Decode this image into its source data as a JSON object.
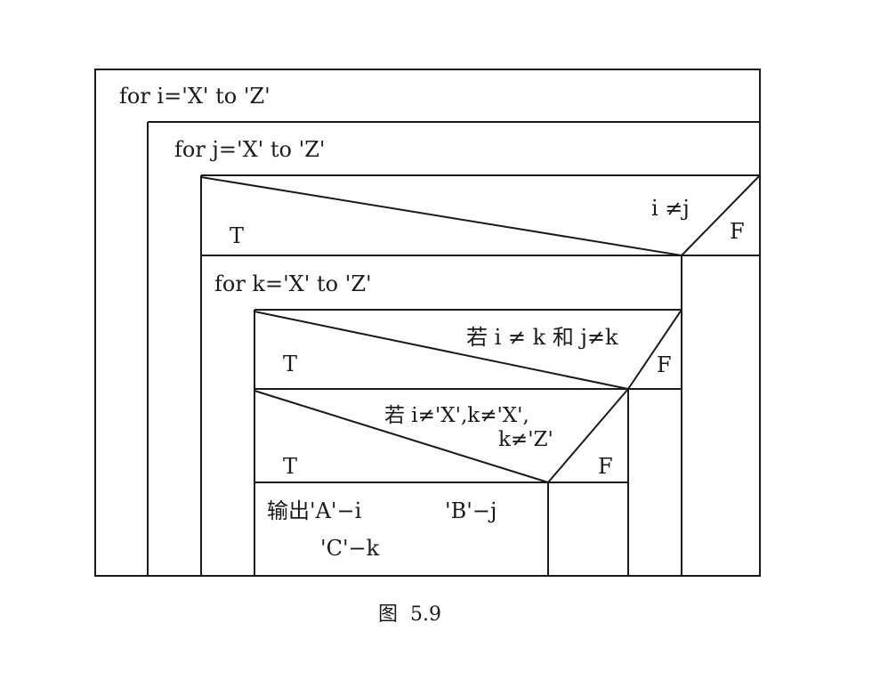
{
  "loops": {
    "outer": "for i='X' to 'Z'",
    "middle": "for j='X' to 'Z'",
    "inner": "for k='X' to 'Z'"
  },
  "decisions": {
    "first": {
      "condition": "i ≠j",
      "true_label": "T",
      "false_label": "F"
    },
    "second": {
      "condition": "若 i ≠ k 和 j≠k",
      "true_label": "T",
      "false_label": "F"
    },
    "third": {
      "condition_line1": "若 i≠'X',k≠'X',",
      "condition_line2": "k≠'Z'",
      "true_label": "T",
      "false_label": "F"
    }
  },
  "output": {
    "line1_a": "输出'A'−i",
    "line1_b": "'B'−j",
    "line2": "'C'−k"
  },
  "caption": "图  5.9"
}
